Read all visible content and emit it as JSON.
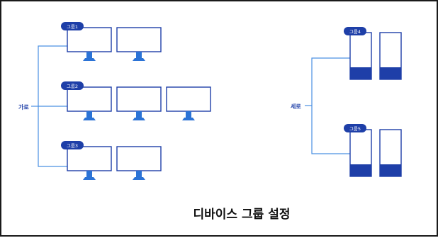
{
  "title": "디바이스 그룹 설정",
  "orientations": {
    "horizontal": {
      "label": "가로"
    },
    "vertical": {
      "label": "세로"
    }
  },
  "groups": [
    {
      "label": "그룹1",
      "orientation": "horizontal",
      "device_count": 2
    },
    {
      "label": "그룹2",
      "orientation": "horizontal",
      "device_count": 3
    },
    {
      "label": "그룹3",
      "orientation": "horizontal",
      "device_count": 2
    },
    {
      "label": "그룹4",
      "orientation": "vertical",
      "device_count": 2
    },
    {
      "label": "그룹5",
      "orientation": "vertical",
      "device_count": 2
    }
  ],
  "colors": {
    "primary": "#1e3fa8",
    "stand": "#2b73d6",
    "connector": "#4a90e2",
    "frame": "#1a1a1a"
  }
}
